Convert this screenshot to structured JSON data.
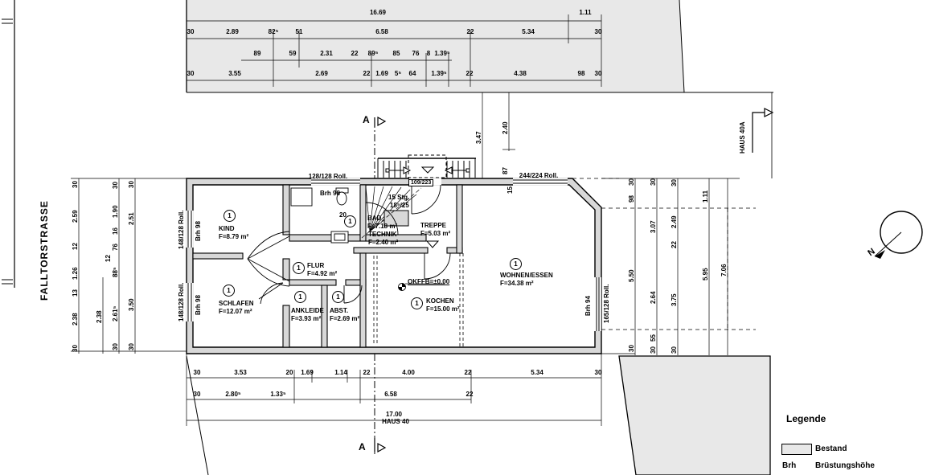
{
  "street": "FALLTORSTRASSE",
  "north_label": "N",
  "section_marker": "A",
  "haus": {
    "top_right": "HAUS 40A",
    "bottom": "HAUS 40"
  },
  "legend": {
    "title": "Legende",
    "bestand": "Bestand",
    "brh": "Brh",
    "brh_full": "Brüstungshöhe"
  },
  "rooms": [
    {
      "unit": "1",
      "name": "KIND",
      "area": "F=8.79 m²"
    },
    {
      "unit": "1",
      "name": "BAD",
      "area": "F=7.18 m²"
    },
    {
      "name": "TECHNIK",
      "area": "F=2.40 m²"
    },
    {
      "name": "TREPPE",
      "area": "F=5.03 m²"
    },
    {
      "unit": "1",
      "name": "WOHNEN/ESSEN",
      "area": "F=34.38 m²"
    },
    {
      "unit": "1",
      "name": "SCHLAFEN",
      "area": "F=12.07 m²"
    },
    {
      "unit": "1",
      "name": "ANKLEIDE",
      "area": "F=3.93 m²"
    },
    {
      "unit": "1",
      "name": "ABST.",
      "area": "F=2.69 m²"
    },
    {
      "unit": "1",
      "name": "FLUR",
      "area": "F=4.92 m²"
    },
    {
      "unit": "1",
      "name": "KOCHEN",
      "area": "F=15.00 m²"
    }
  ],
  "annotations": {
    "level": "OKFFB=±0.00",
    "stairs_count": "15 Stg.",
    "stairs_dim": "18⁵/25",
    "entry_door": "109/223",
    "roll_top_left": "128/128 Roll.",
    "roll_top_right": "244/224 Roll.",
    "roll_left_1": "148/128 Roll.",
    "roll_left_2": "148/128 Roll.",
    "roll_right": "165/128 Roll.",
    "brh_bad": "Brh 98",
    "brh_left_1": "Brh 98",
    "brh_left_2": "Brh 98",
    "brh_right": "Brh 94",
    "dim_bad": "20"
  },
  "colors": {
    "bestand": "#e8e8e8",
    "wall": "#d8d8d8",
    "line": "#000000"
  },
  "dims": {
    "top_total": "16.69",
    "top_offset": "1.11",
    "top_row1": [
      "30",
      "2.89",
      "82⁵",
      "51",
      "6.58",
      "22",
      "5.34",
      "30"
    ],
    "top_row2": [
      "89",
      "59",
      "2.31",
      "22",
      "89⁵",
      "85",
      "76",
      "8",
      "1.39⁵"
    ],
    "top_row3": [
      "30",
      "3.55",
      "2.69",
      "22",
      "1.69",
      "5⁵",
      "64",
      "1.39⁵",
      "22",
      "4.38",
      "98",
      "30"
    ],
    "bottom_row1": [
      "30",
      "3.53",
      "20",
      "1.69",
      "1.14",
      "22",
      "4.00",
      "22",
      "5.34",
      "30"
    ],
    "bottom_row2": [
      "30",
      "2.80⁵",
      "1.33⁵",
      "6.58",
      "22"
    ],
    "bottom_total": "17.00",
    "left_col1": [
      "30",
      "2.59",
      "12",
      "1.26",
      "13",
      "2.38",
      "30"
    ],
    "left_col2": [
      "2.38"
    ],
    "left_col3": [
      "30",
      "1.90",
      "16",
      "76",
      "12",
      "88⁵",
      "2.61⁵",
      "30"
    ],
    "left_col4": [
      "30",
      "2.51",
      "3.50",
      "30"
    ],
    "right_col1": [
      "30",
      "98",
      "5.50",
      "30"
    ],
    "right_col2": [
      "30",
      "3.07",
      "2.64",
      "55",
      "30"
    ],
    "right_col3": [
      "30",
      "2.49",
      "22",
      "3.75",
      "30"
    ],
    "right_col4": [
      "1.11",
      "5.95"
    ],
    "right_col5": [
      "7.06"
    ],
    "entry_v1": "3.47",
    "entry_v2": "2.40",
    "entry_v3": "87",
    "entry_v4": "15"
  }
}
